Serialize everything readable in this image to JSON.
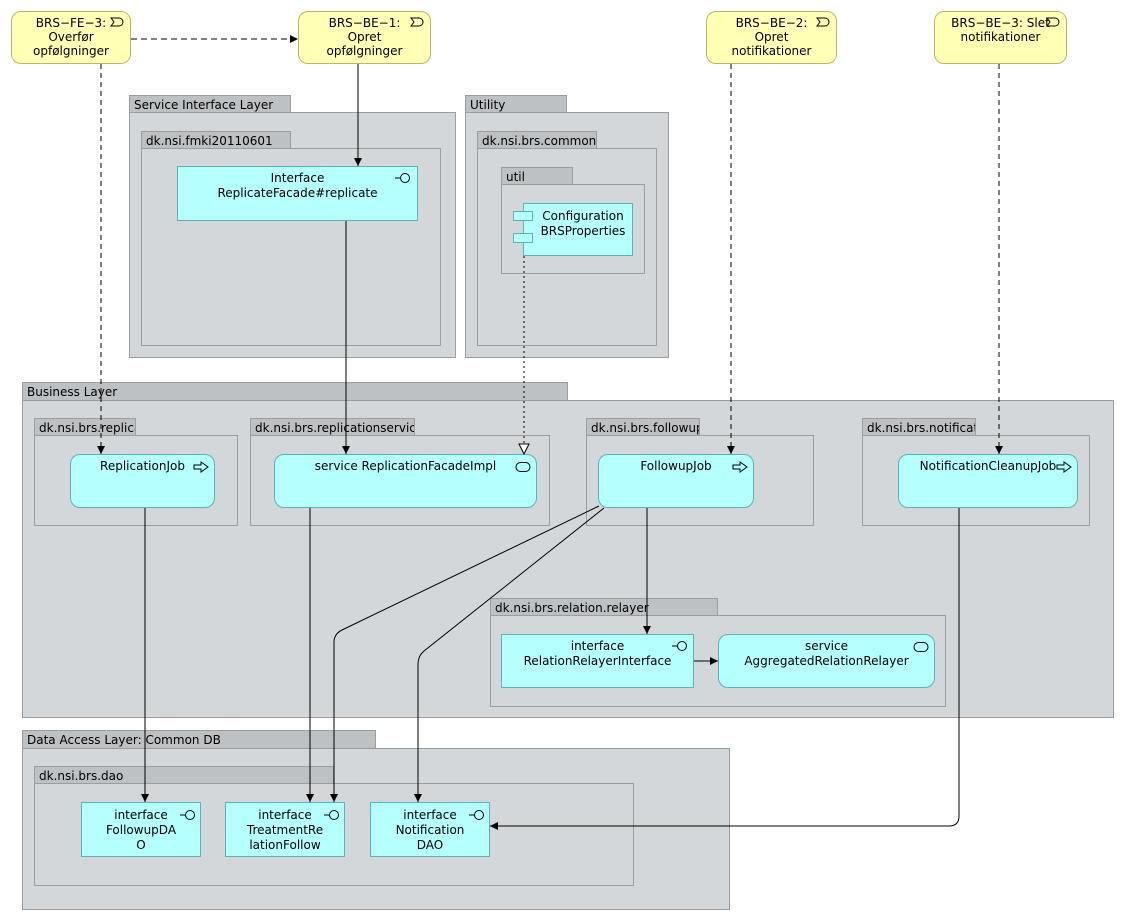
{
  "requirements": {
    "fe3": {
      "line1": "BRS−FE−3:",
      "line2": "Overfør",
      "line3": "opfølgninger"
    },
    "be1": {
      "line1": "BRS−BE−1:",
      "line2": "Opret",
      "line3": "opfølgninger"
    },
    "be2": {
      "line1": "BRS−BE−2:",
      "line2": "Opret",
      "line3": "notifikationer"
    },
    "be3": {
      "line1": "BRS−BE−3: Slet",
      "line2": "notifikationer"
    }
  },
  "layers": {
    "service_interface": "Service Interface Layer",
    "utility": "Utility",
    "business": "Business Layer",
    "data_access": "Data Access Layer: Common DB"
  },
  "packages": {
    "fmki": "dk.nsi.fmki20110601",
    "common": "dk.nsi.brs.common",
    "util": "util",
    "replicationjob": "dk.nsi.brs.replicationjob",
    "replicationservice": "dk.nsi.brs.replicationservice",
    "followupjob": "dk.nsi.brs.followupjob",
    "notificationcleanupjob": "dk.nsi.brs.notificationcleanupjob",
    "relation_relayer": "dk.nsi.brs.relation.relayer",
    "dao": "dk.nsi.brs.dao"
  },
  "elements": {
    "replicate_facade": {
      "line1": "Interface",
      "line2": "ReplicateFacade#replicate"
    },
    "configuration": {
      "line1": "Configuration",
      "line2": "BRSProperties"
    },
    "replication_job": {
      "line1": "ReplicationJob"
    },
    "replication_facade_impl": {
      "line1": "service ReplicationFacadeImpl"
    },
    "followup_job": {
      "line1": "FollowupJob"
    },
    "notification_cleanup_job": {
      "line1": "NotificationCleanupJob"
    },
    "relation_relayer_interface": {
      "line1": "interface",
      "line2": "RelationRelayerInterface"
    },
    "aggregated_relation_relayer": {
      "line1": "service",
      "line2": "AggregatedRelationRelayer"
    },
    "followup_dao": {
      "line1": "interface",
      "line2": "FollowupDA",
      "line3": "O"
    },
    "treatment_relation_follow": {
      "line1": "interface",
      "line2": "TreatmentRe",
      "line3": "lationFollow"
    },
    "notification_dao": {
      "line1": "interface",
      "line2": "Notification",
      "line3": "DAO"
    }
  },
  "colors": {
    "requirement": "#ffffb5",
    "application": "#b5ffff",
    "group": "#d3d7d9",
    "group_tab": "#bdc1c4"
  },
  "icons": {
    "requirement": "event-icon",
    "interface": "interface-lollipop-icon",
    "service": "service-pill-icon",
    "process": "process-arrow-icon",
    "component": "component-icon"
  }
}
